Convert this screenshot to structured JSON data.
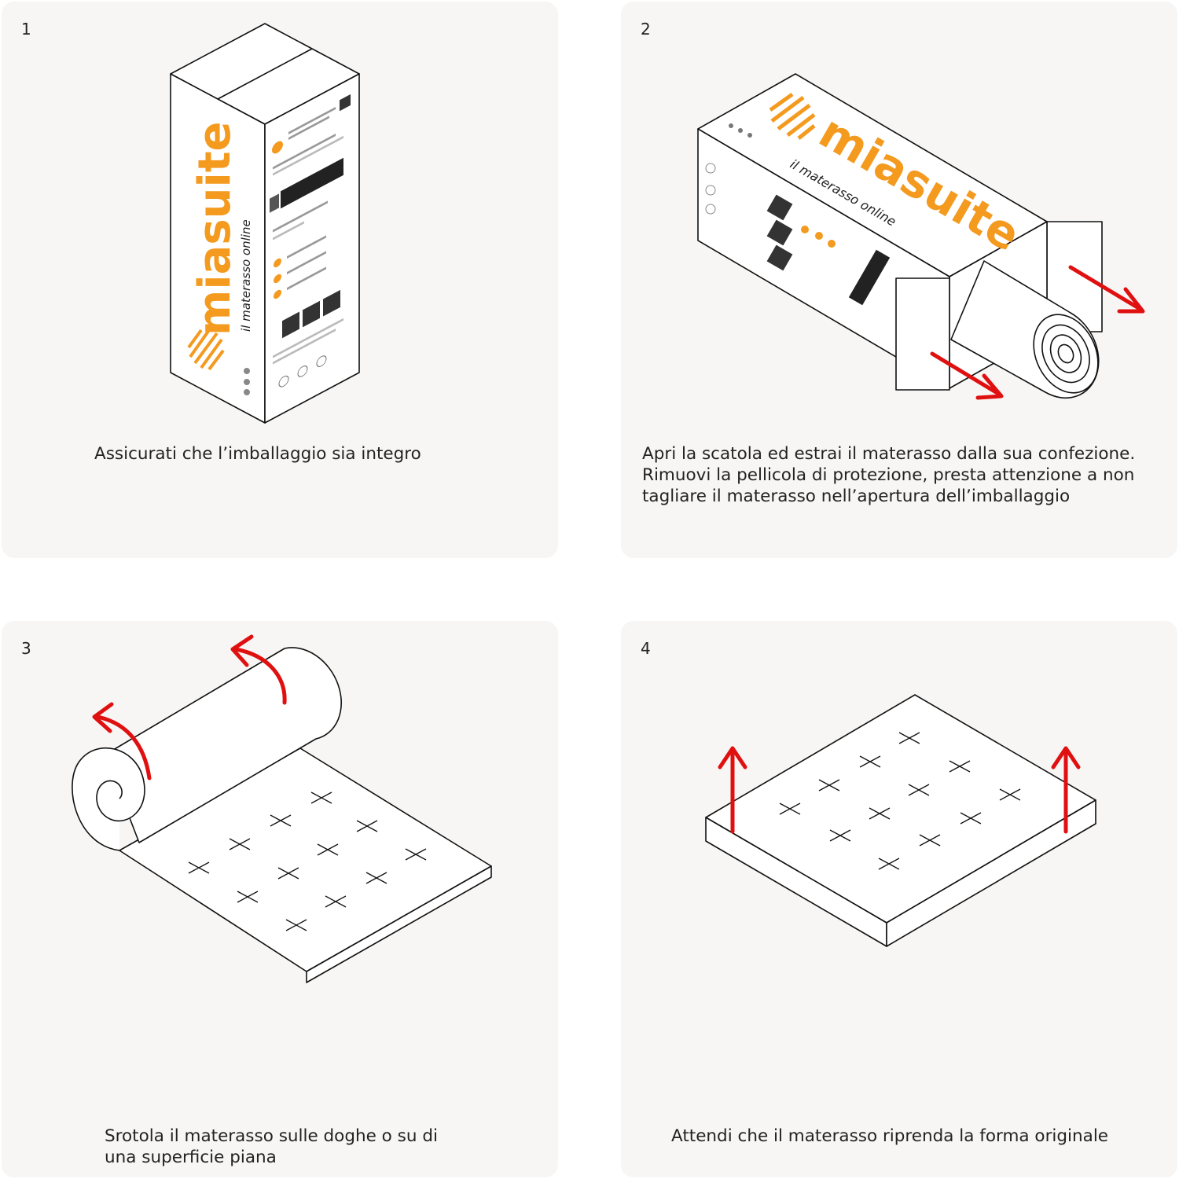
{
  "steps": [
    {
      "number": "1",
      "caption_lines": [
        "Assicurati che l’imballaggio sia integro"
      ]
    },
    {
      "number": "2",
      "caption_lines": [
        "Apri la scatola ed estrai il materasso dalla sua confezione.",
        "Rimuovi la pellicola di protezione, presta attenzione a non",
        "tagliare il materasso nell’apertura dell’imballaggio"
      ]
    },
    {
      "number": "3",
      "caption_lines": [
        "Srotola il materasso sulle doghe o su di",
        "una superficie piana"
      ]
    },
    {
      "number": "4",
      "caption_lines": [
        "Attendi che il materasso riprenda la forma originale"
      ]
    }
  ],
  "box": {
    "brand": "miasuite",
    "tagline": "il materasso online"
  },
  "colors": {
    "panel_bg": "#f7f6f4",
    "brand_orange": "#f39a1f",
    "arrow_red": "#e01010",
    "line": "#111111"
  }
}
